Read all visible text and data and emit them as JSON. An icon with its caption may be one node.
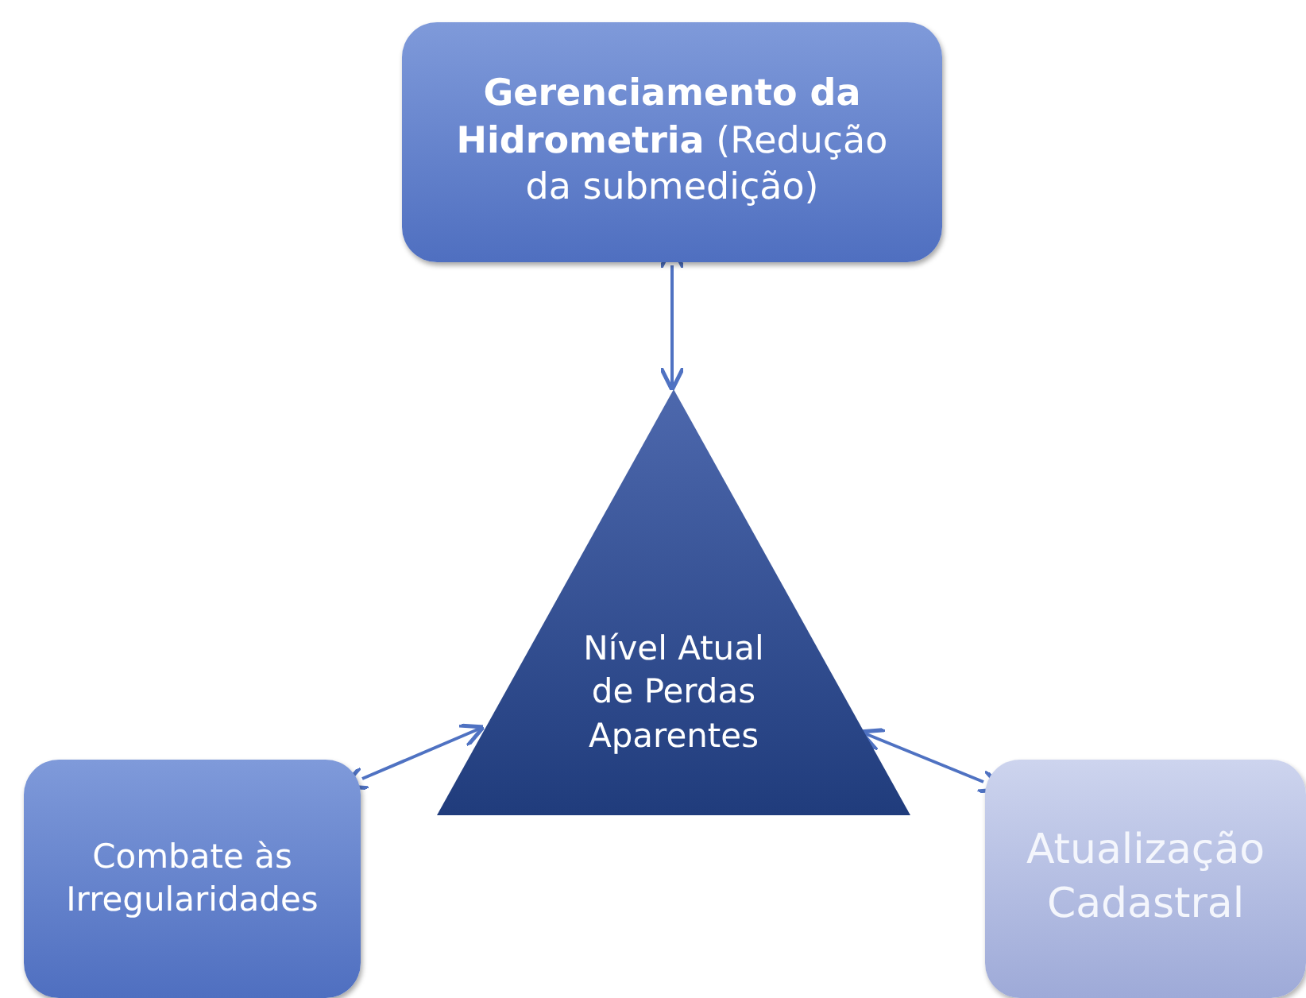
{
  "diagram": {
    "nodes": [
      {
        "text": [
          "**Gerenciamento da Hidrometria** (Redução da submedição)"
        ]
      },
      {
        "text": [
          "Nível Atual de Perdas Aparentes"
        ]
      },
      {
        "text": [
          "Combate às Irregularidades"
        ]
      },
      {
        "text": [
          "Atualização Cadastral"
        ]
      }
    ],
    "edges": [
      {
        "from": 0,
        "to": 1,
        "arrow": "both"
      },
      {
        "from": 2,
        "to": 1,
        "arrow": "both"
      },
      {
        "from": 3,
        "to": 1,
        "arrow": "both"
      }
    ]
  }
}
